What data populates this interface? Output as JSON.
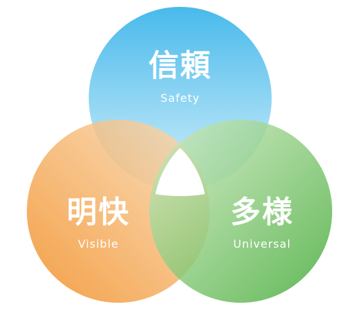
{
  "diagram": {
    "type": "venn-three-circles",
    "circles": [
      {
        "id": "top",
        "title": "信頼",
        "subtitle": "Safety",
        "color_strong": "#2fb0e8",
        "color_light": "#cfeefb"
      },
      {
        "id": "left",
        "title": "明快",
        "subtitle": "Visible",
        "color_strong": "#f08a1c",
        "color_light": "#fbdcb8"
      },
      {
        "id": "right",
        "title": "多様",
        "subtitle": "Universal",
        "color_strong": "#3ea832",
        "color_light": "#d4ecc4"
      }
    ],
    "center_color": "#ffffff"
  }
}
